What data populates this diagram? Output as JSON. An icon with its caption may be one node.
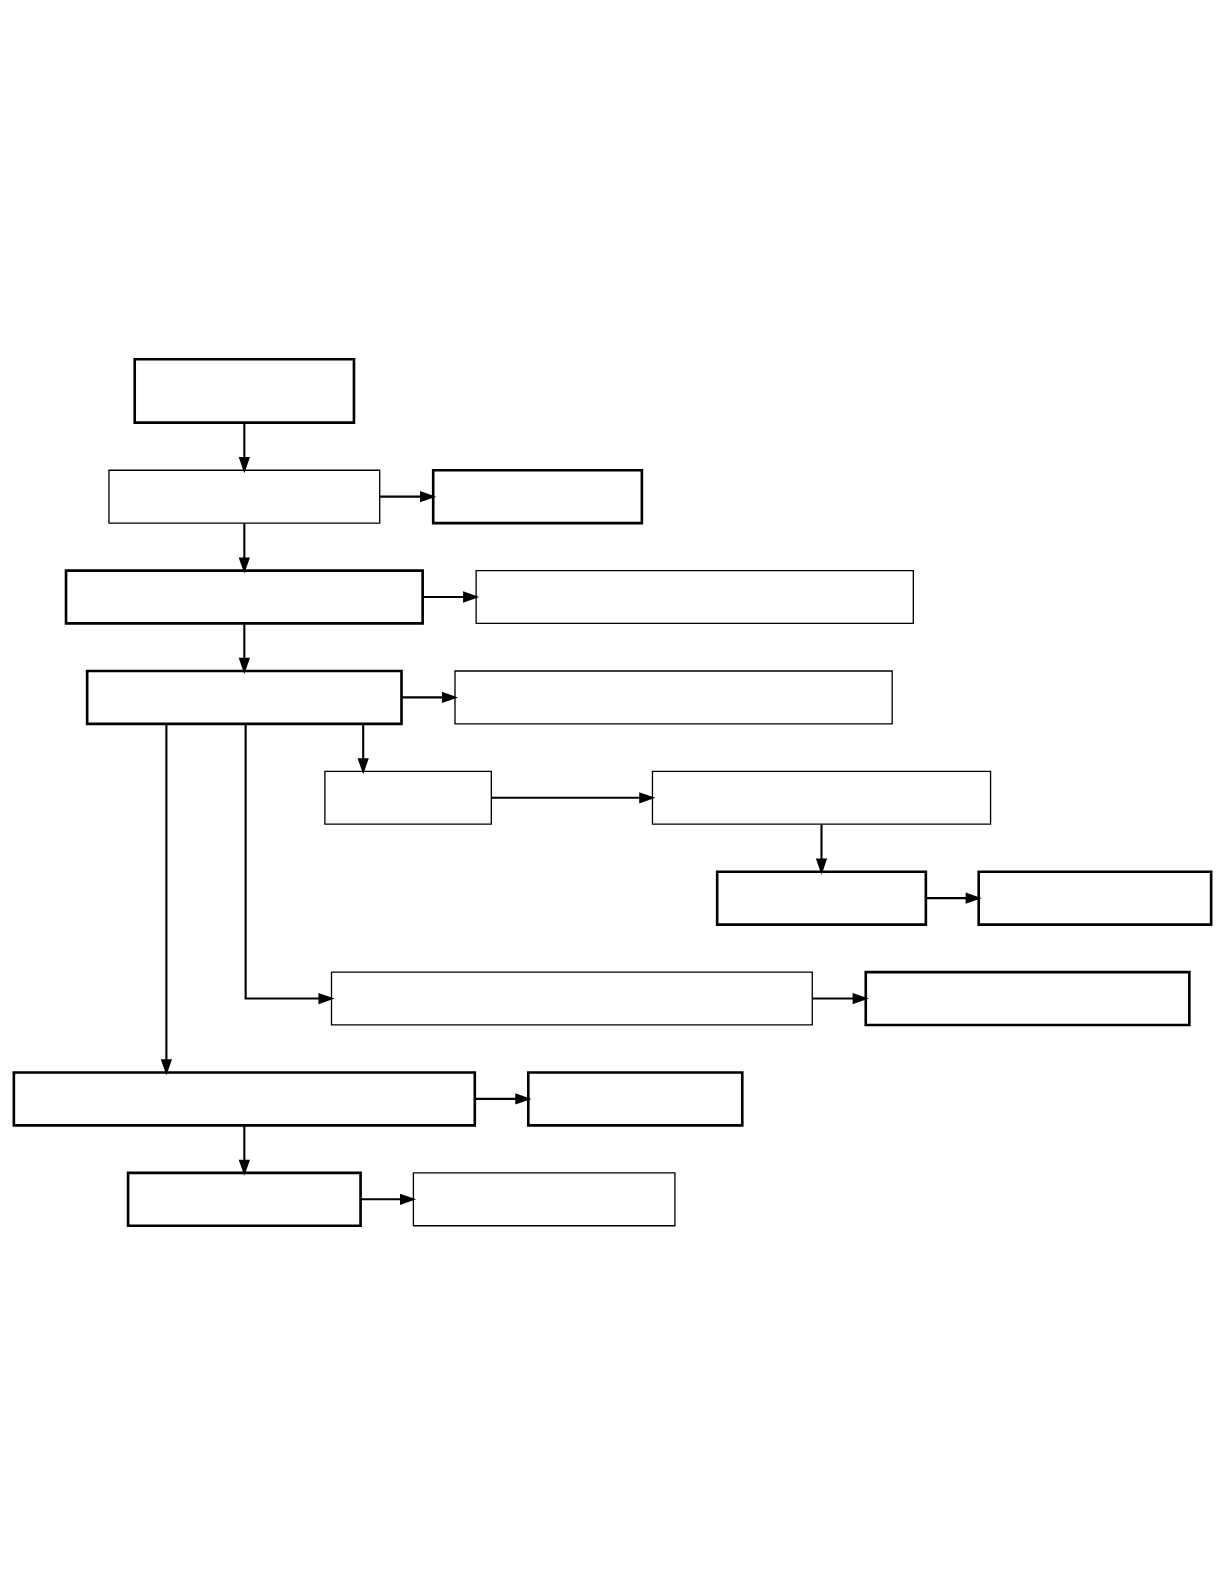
{
  "diagram": {
    "nodes": [
      {
        "text": [],
        "shape": "box"
      },
      {
        "text": [],
        "shape": "box"
      },
      {
        "text": [],
        "shape": "box"
      },
      {
        "text": [],
        "shape": "box"
      },
      {
        "text": [],
        "shape": "box"
      },
      {
        "text": [],
        "shape": "box"
      },
      {
        "text": [],
        "shape": "box"
      },
      {
        "text": [],
        "shape": "box"
      },
      {
        "text": [],
        "shape": "box"
      },
      {
        "text": [],
        "shape": "box"
      },
      {
        "text": [],
        "shape": "box"
      },
      {
        "text": [],
        "shape": "box"
      },
      {
        "text": [],
        "shape": "box"
      },
      {
        "text": [],
        "shape": "box"
      },
      {
        "text": [],
        "shape": "box"
      },
      {
        "text": [],
        "shape": "box"
      },
      {
        "text": [],
        "shape": "box"
      }
    ],
    "edges": [
      {
        "from": 0,
        "to": 1,
        "arrow": "to"
      },
      {
        "from": 1,
        "to": 2,
        "arrow": "to"
      },
      {
        "from": 1,
        "to": 3,
        "arrow": "to"
      },
      {
        "from": 3,
        "to": 4,
        "arrow": "to"
      },
      {
        "from": 3,
        "to": 5,
        "arrow": "to"
      },
      {
        "from": 5,
        "to": 6,
        "arrow": "to"
      },
      {
        "from": 5,
        "to": 13,
        "arrow": "to"
      },
      {
        "from": 5,
        "to": 7,
        "arrow": "to"
      },
      {
        "from": 5,
        "to": 11,
        "arrow": "to"
      },
      {
        "from": 7,
        "to": 8,
        "arrow": "to"
      },
      {
        "from": 8,
        "to": 9,
        "arrow": "to"
      },
      {
        "from": 9,
        "to": 10,
        "arrow": "to"
      },
      {
        "from": 11,
        "to": 12,
        "arrow": "to"
      },
      {
        "from": 13,
        "to": 14,
        "arrow": "to"
      },
      {
        "from": 13,
        "to": 15,
        "arrow": "to"
      },
      {
        "from": 15,
        "to": 16,
        "arrow": "to"
      }
    ]
  }
}
